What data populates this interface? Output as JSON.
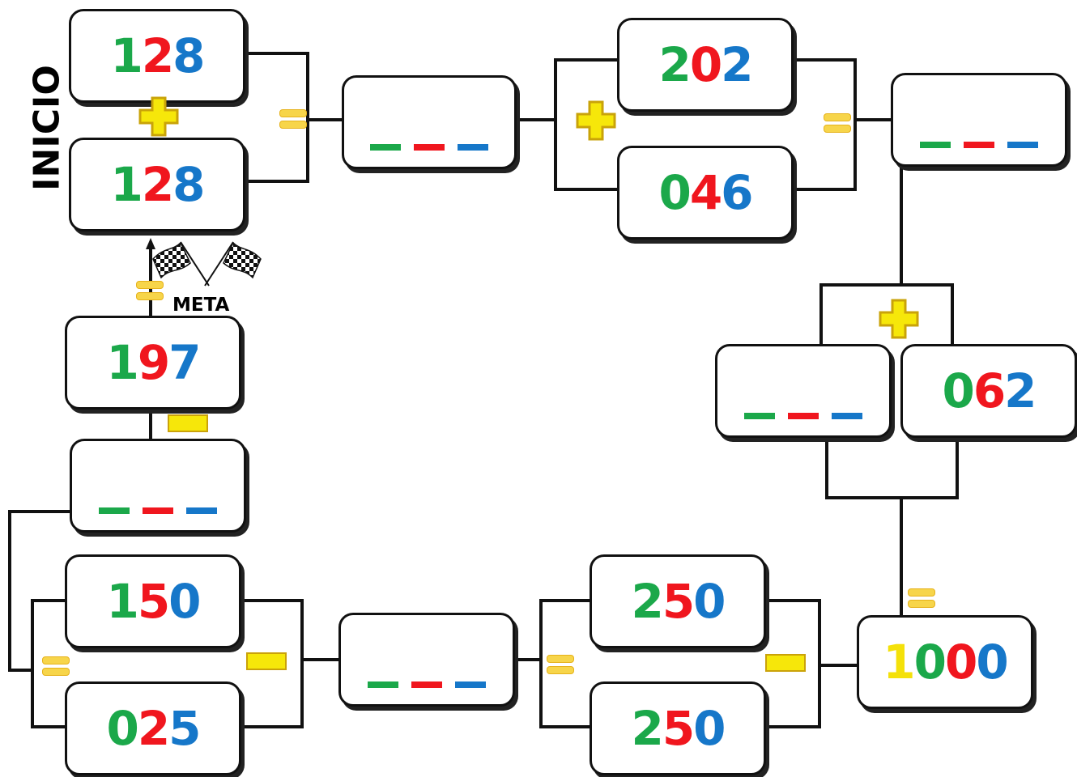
{
  "labels": {
    "start": "INICIO",
    "finish": "META"
  },
  "colors": {
    "ones": "#1ba84a",
    "tens": "#f0161e",
    "hundreds": "#1677c9",
    "thousands": "#f4e10a",
    "sign_fill": "#f6e70a",
    "line": "#111111"
  },
  "boxes": {
    "b1": {
      "digits": [
        "1",
        "2",
        "8"
      ],
      "colors": [
        "#1ba84a",
        "#f0161e",
        "#1677c9"
      ]
    },
    "b2": {
      "digits": [
        "1",
        "2",
        "8"
      ],
      "colors": [
        "#1ba84a",
        "#f0161e",
        "#1677c9"
      ]
    },
    "b3": {
      "blank": true
    },
    "b4": {
      "digits": [
        "2",
        "0",
        "2"
      ],
      "colors": [
        "#1ba84a",
        "#f0161e",
        "#1677c9"
      ]
    },
    "b5": {
      "digits": [
        "0",
        "4",
        "6"
      ],
      "colors": [
        "#1ba84a",
        "#f0161e",
        "#1677c9"
      ]
    },
    "b6": {
      "blank": true
    },
    "b7": {
      "blank": true
    },
    "b8": {
      "digits": [
        "0",
        "6",
        "2"
      ],
      "colors": [
        "#1ba84a",
        "#f0161e",
        "#1677c9"
      ]
    },
    "b9": {
      "digits": [
        "1",
        "0",
        "0",
        "0"
      ],
      "colors": [
        "#f4e10a",
        "#1ba84a",
        "#f0161e",
        "#1677c9"
      ]
    },
    "b10": {
      "digits": [
        "2",
        "5",
        "0"
      ],
      "colors": [
        "#1ba84a",
        "#f0161e",
        "#1677c9"
      ]
    },
    "b11": {
      "digits": [
        "2",
        "5",
        "0"
      ],
      "colors": [
        "#1ba84a",
        "#f0161e",
        "#1677c9"
      ]
    },
    "b12": {
      "blank": true
    },
    "b13": {
      "digits": [
        "1",
        "5",
        "0"
      ],
      "colors": [
        "#1ba84a",
        "#f0161e",
        "#1677c9"
      ]
    },
    "b14": {
      "digits": [
        "0",
        "2",
        "5"
      ],
      "colors": [
        "#1ba84a",
        "#f0161e",
        "#1677c9"
      ]
    },
    "b15": {
      "blank": true
    },
    "b16": {
      "digits": [
        "1",
        "9",
        "7"
      ],
      "colors": [
        "#1ba84a",
        "#f0161e",
        "#1677c9"
      ]
    }
  },
  "blank_colors": [
    "#1ba84a",
    "#f0161e",
    "#1677c9"
  ],
  "icons": {
    "plus": "plus-icon",
    "equals": "equals-icon",
    "minus": "minus-icon",
    "flags": "checkered-flags-icon",
    "arrow": "arrow-up-icon"
  }
}
